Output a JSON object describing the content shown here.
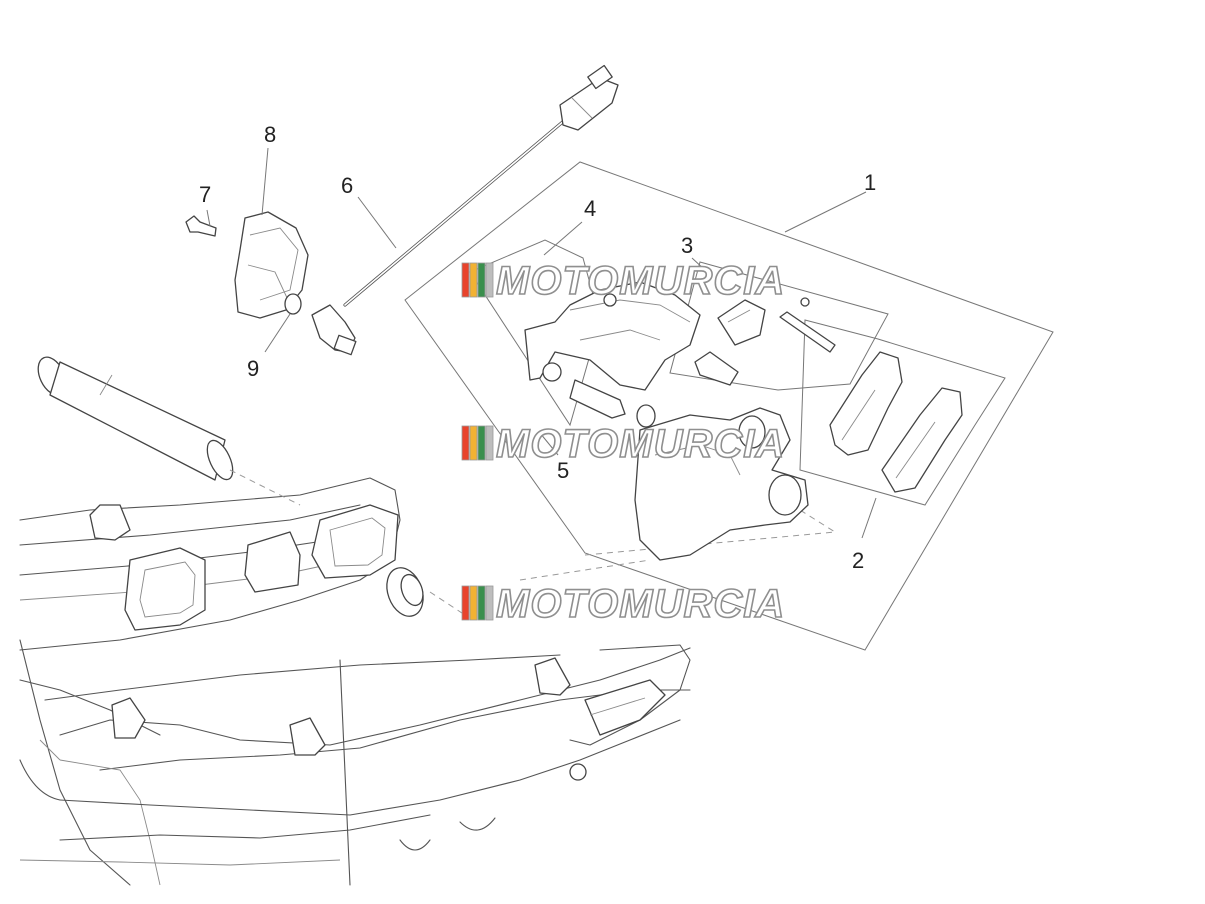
{
  "diagram": {
    "callouts": [
      "1",
      "2",
      "3",
      "4",
      "5",
      "6",
      "7",
      "8",
      "9"
    ]
  },
  "watermark": {
    "text": "MOTOMURCIA",
    "stripe_colors": [
      "#e8432c",
      "#f2b233",
      "#3a8f4d",
      "#bdbdbd"
    ]
  }
}
